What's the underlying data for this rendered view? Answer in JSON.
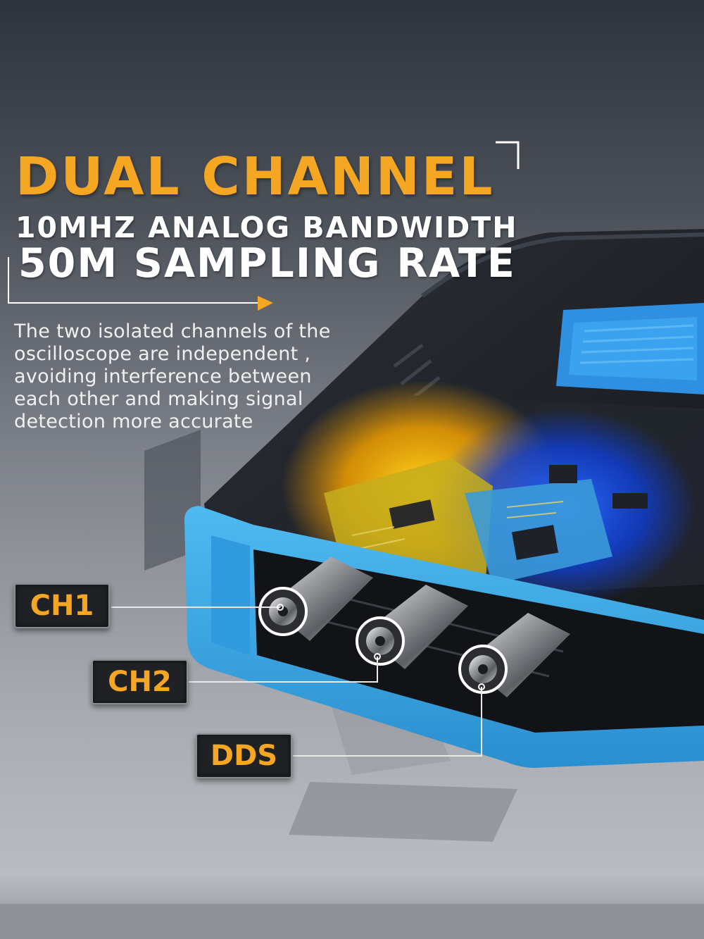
{
  "headline": {
    "line1": "DUAL CHANNEL",
    "line2": "10MHZ ANALOG BANDWIDTH",
    "line3": "50M SAMPLING RATE"
  },
  "description": "The two isolated channels of the\noscilloscope are independent ,\navoiding interference between\neach other and making signal\ndetection more accurate",
  "ports": [
    {
      "label": "CH1"
    },
    {
      "label": "CH2"
    },
    {
      "label": "DDS"
    }
  ],
  "colors": {
    "accent_orange": "#f5a623",
    "headline_white": "#ffffff",
    "description_text": "#f0f0f0",
    "device_blue": "#35a7e6",
    "device_body": "#1c1f24",
    "label_background": "#1f2125",
    "leader_line": "#e8e8e8"
  },
  "icons": [
    "bnc-connector-icon",
    "arrow-right-icon",
    "corner-bracket-icon"
  ]
}
